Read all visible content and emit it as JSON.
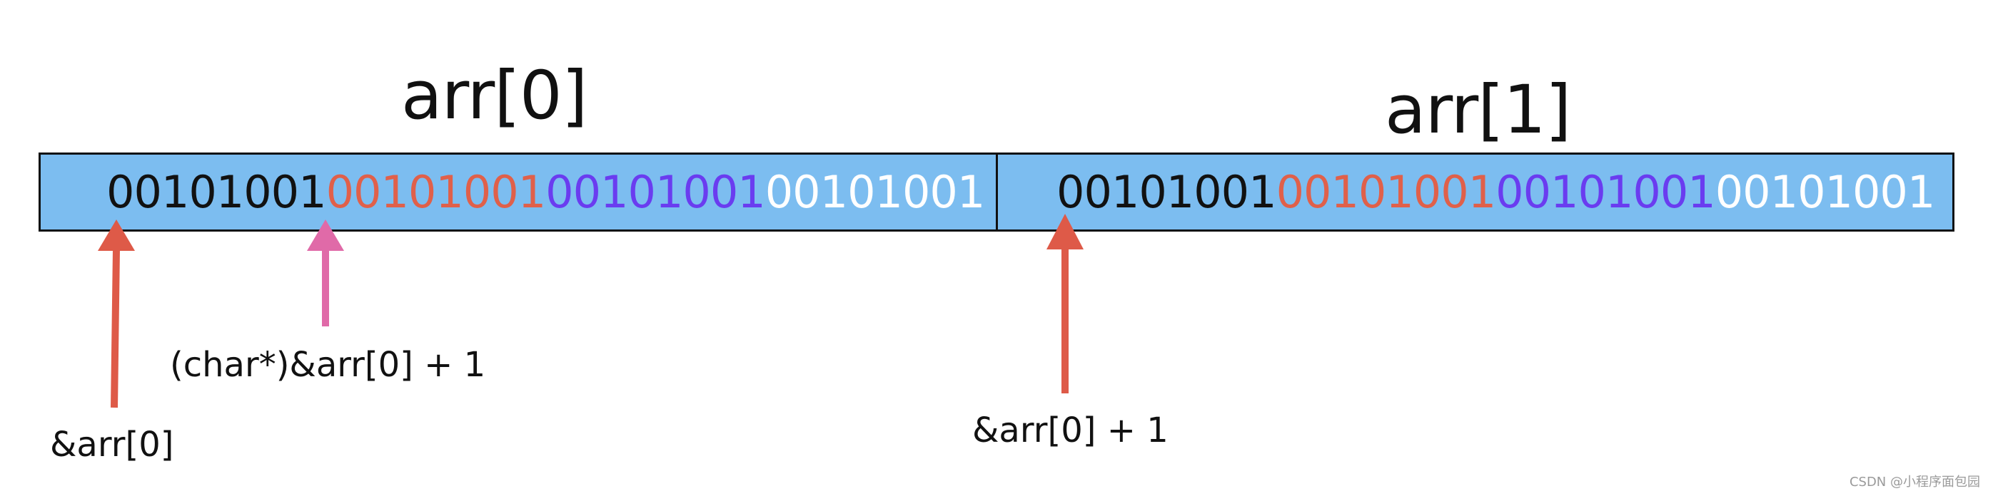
{
  "colors": {
    "cell_fill": "#7cbdf0",
    "border": "#111111",
    "byte0_text": "#111111",
    "byte1_text": "#e0604a",
    "byte2_text": "#6a3cf0",
    "byte3_text": "#ffffff",
    "arrow_red": "#de5a48",
    "arrow_pink": "#e06aa8"
  },
  "cells": [
    {
      "title": "arr[0]",
      "bytes": [
        "00101001",
        "00101001",
        "00101001",
        "00101001"
      ]
    },
    {
      "title": "arr[1]",
      "bytes": [
        "00101001",
        "00101001",
        "00101001",
        "00101001"
      ]
    }
  ],
  "pointers": {
    "arr0": {
      "label": "&arr[0]",
      "icon": "arrow-up-icon"
    },
    "char_plus_one": {
      "label": "(char*)&arr[0] + 1",
      "icon": "arrow-up-icon"
    },
    "arr0_plus_one": {
      "label": "&arr[0] + 1",
      "icon": "arrow-up-icon"
    }
  },
  "watermark": "CSDN @小程序面包园"
}
